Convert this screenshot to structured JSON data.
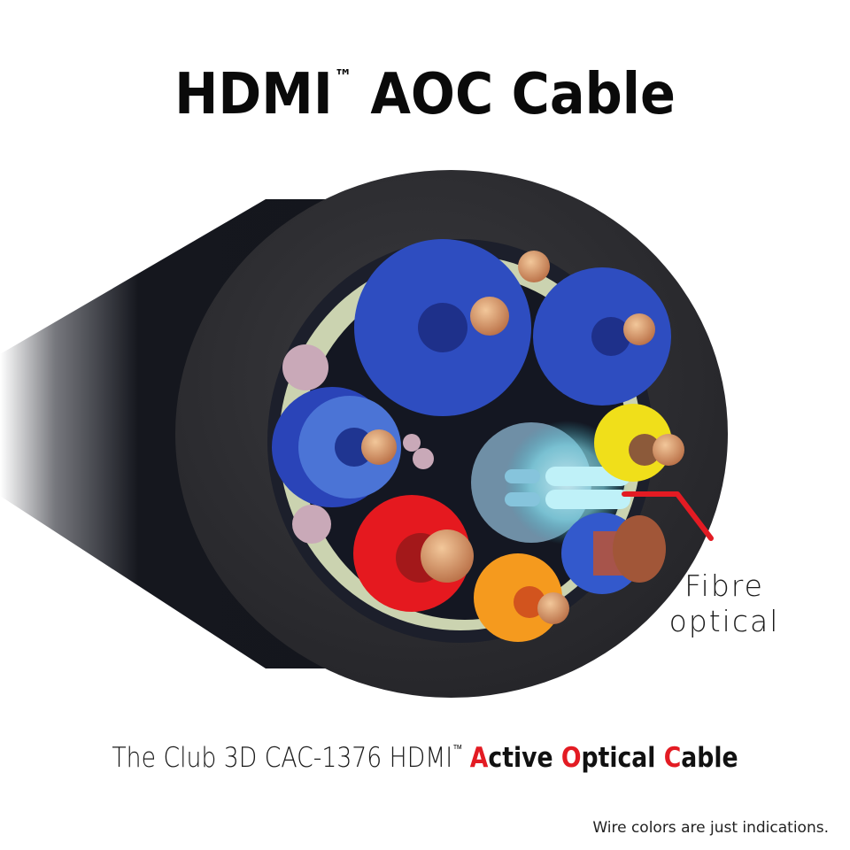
{
  "header": {
    "title": "HDMI AOC Cable",
    "title_main": "HDMI",
    "title_tm": "™",
    "title_rest": " AOC Cable"
  },
  "illustration": {
    "subject": "cable-cross-section",
    "callout_label_line1": "Fibre",
    "callout_label_line2": "optical",
    "callout_color": "#e31b23",
    "jacket_color": "#1b1d24",
    "conductor_colors": {
      "blue_large": "#2f4fc4",
      "blue_small": "#3d68d0",
      "red": "#e5191f",
      "orange": "#f59a1e",
      "yellow": "#f2e21b",
      "fibre_glow": "#a8e6f2",
      "copper": "#c87a52",
      "filler": "#cbd3b0"
    }
  },
  "caption": {
    "prefix": "The Club 3D CAC-1376 HDMI",
    "tm": "™",
    "word1_initial": "A",
    "word1_rest": "ctive ",
    "word2_initial": "O",
    "word2_rest": "ptical ",
    "word3_initial": "C",
    "word3_rest": "able",
    "accent_color": "#e31b23"
  },
  "footer": {
    "disclaimer": "Wire colors are just indications."
  }
}
